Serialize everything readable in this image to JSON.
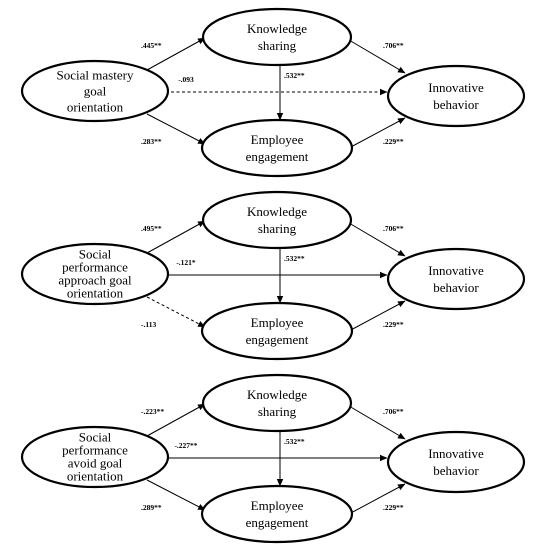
{
  "panels": [
    {
      "predictor": [
        "Social mastery",
        "goal",
        "orientation"
      ],
      "knowledge": [
        "Knowledge",
        "sharing"
      ],
      "engagement": [
        "Employee",
        "engagement"
      ],
      "outcome": [
        "Innovative",
        "behavior"
      ],
      "paths": {
        "pred_to_knowledge": ".445**",
        "pred_to_outcome": "-.093",
        "pred_to_engagement": ".283**",
        "knowledge_to_engagement": ".532**",
        "knowledge_to_outcome": ".706**",
        "engagement_to_outcome": ".229**"
      },
      "dashed": [
        "pred_to_outcome"
      ]
    },
    {
      "predictor": [
        "Social",
        "performance",
        "approach goal",
        "orientation"
      ],
      "knowledge": [
        "Knowledge",
        "sharing"
      ],
      "engagement": [
        "Employee",
        "engagement"
      ],
      "outcome": [
        "Innovative",
        "behavior"
      ],
      "paths": {
        "pred_to_knowledge": ".495**",
        "pred_to_outcome": "-.121*",
        "pred_to_engagement": "-.113",
        "knowledge_to_engagement": ".532**",
        "knowledge_to_outcome": ".706**",
        "engagement_to_outcome": ".229**"
      },
      "dashed": [
        "pred_to_engagement"
      ]
    },
    {
      "predictor": [
        "Social",
        "performance",
        "avoid goal",
        "orientation"
      ],
      "knowledge": [
        "Knowledge",
        "sharing"
      ],
      "engagement": [
        "Employee",
        "engagement"
      ],
      "outcome": [
        "Innovative",
        "behavior"
      ],
      "paths": {
        "pred_to_knowledge": "-.223**",
        "pred_to_outcome": "-.227**",
        "pred_to_engagement": ".289**",
        "knowledge_to_engagement": ".532**",
        "knowledge_to_outcome": ".706**",
        "engagement_to_outcome": ".229**"
      },
      "dashed": []
    }
  ]
}
